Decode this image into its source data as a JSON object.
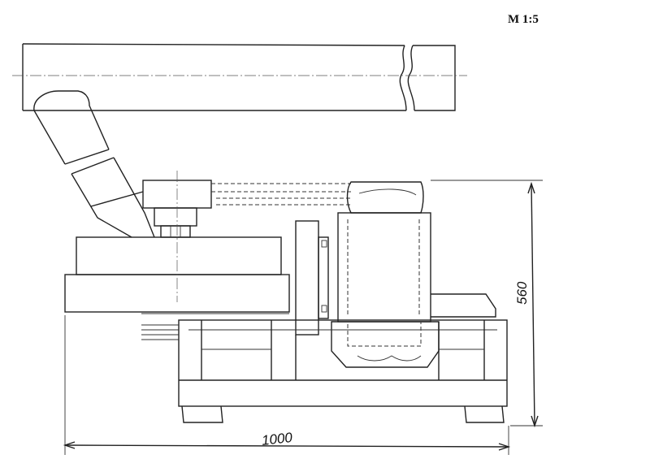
{
  "drawing": {
    "scale": "M 1:5",
    "height_dimension": "560",
    "width_dimension": "1000"
  },
  "colors": {
    "line": "#222222",
    "background": "#ffffff"
  }
}
